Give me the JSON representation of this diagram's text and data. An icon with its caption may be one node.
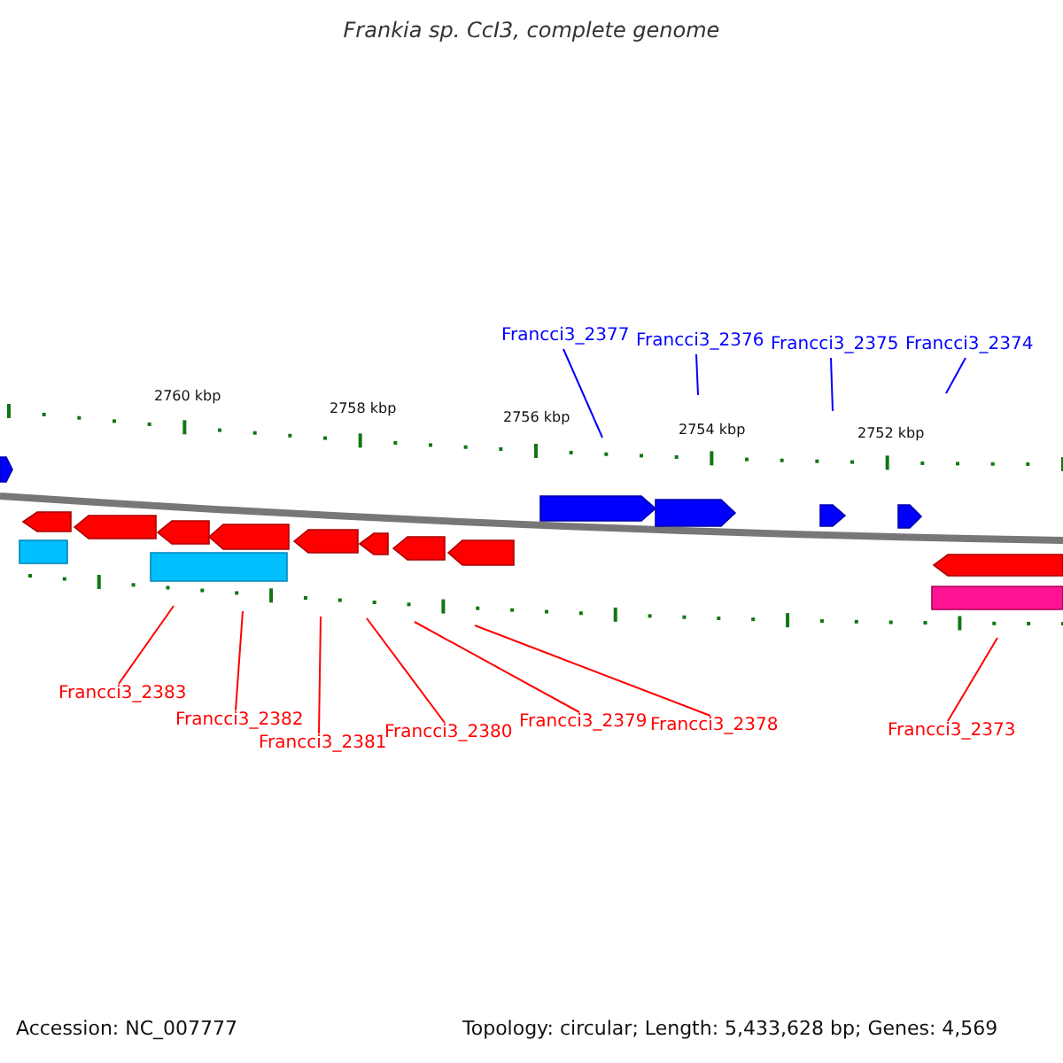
{
  "diagram": {
    "title": "Frankia sp. CcI3, complete genome",
    "nodes": [
      {
        "text": [
          "Francci3_2377"
        ]
      },
      {
        "text": [
          "Francci3_2376"
        ]
      },
      {
        "text": [
          "Francci3_2375"
        ]
      },
      {
        "text": [
          "Francci3_2374"
        ]
      },
      {
        "text": [
          "Francci3_2383"
        ]
      },
      {
        "text": [
          "Francci3_2382"
        ]
      },
      {
        "text": [
          "Francci3_2381"
        ]
      },
      {
        "text": [
          "Francci3_2380"
        ]
      },
      {
        "text": [
          "Francci3_2379"
        ]
      },
      {
        "text": [
          "Francci3_2378"
        ]
      },
      {
        "text": [
          "Francci3_2373"
        ]
      }
    ],
    "edges": [
      {
        "from": 0,
        "to": null,
        "arrow": "none",
        "color": "#0000ff"
      },
      {
        "from": 1,
        "to": null,
        "arrow": "none",
        "color": "#0000ff"
      },
      {
        "from": 2,
        "to": null,
        "arrow": "none",
        "color": "#0000ff"
      },
      {
        "from": 3,
        "to": null,
        "arrow": "none",
        "color": "#0000ff"
      },
      {
        "from": 4,
        "to": null,
        "arrow": "none"
      },
      {
        "from": 5,
        "to": null,
        "arrow": "none"
      },
      {
        "from": 6,
        "to": null,
        "arrow": "none"
      },
      {
        "from": 7,
        "to": null,
        "arrow": "none"
      },
      {
        "from": 8,
        "to": null,
        "arrow": "none"
      },
      {
        "from": 9,
        "to": null,
        "arrow": "none"
      },
      {
        "from": 10,
        "to": null,
        "arrow": "none"
      }
    ],
    "labels": [
      "2760 kbp",
      "2758 kbp",
      "2756 kbp",
      "2754 kbp",
      "2752 kbp",
      "Accession: NC_007777",
      "Topology: circular; Length: 5,433,628 bp; Genes: 4,569"
    ]
  }
}
